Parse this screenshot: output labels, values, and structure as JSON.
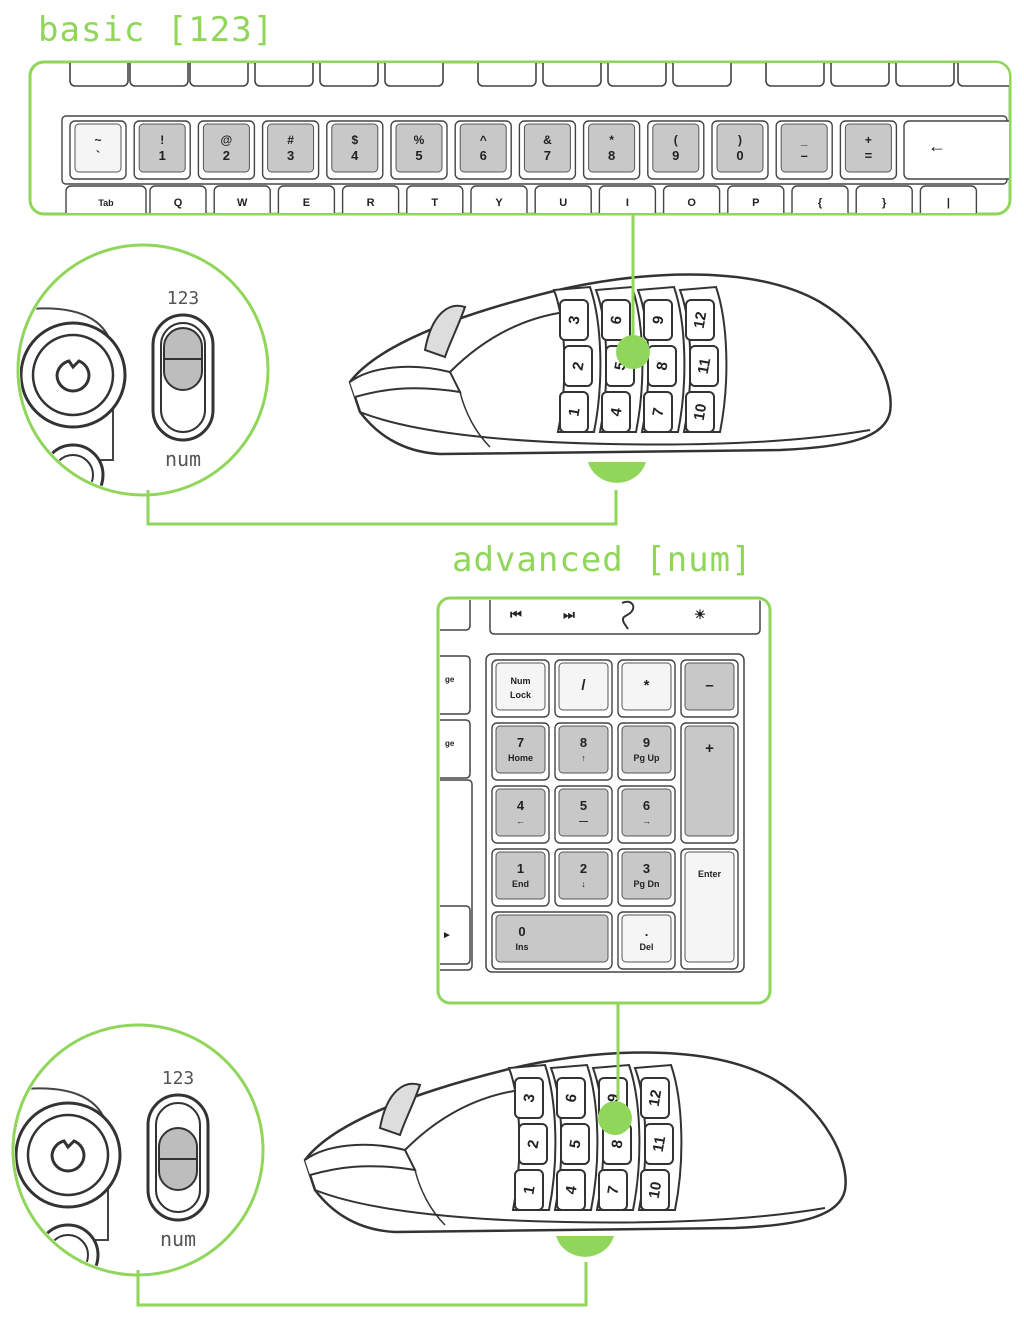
{
  "titles": {
    "basic": "basic [123]",
    "advanced": "advanced [num]"
  },
  "accent_color": "#8fd65a",
  "number_row": [
    {
      "top": "~",
      "bottom": "`",
      "gray": false
    },
    {
      "top": "!",
      "bottom": "1",
      "gray": true
    },
    {
      "top": "@",
      "bottom": "2",
      "gray": true
    },
    {
      "top": "#",
      "bottom": "3",
      "gray": true
    },
    {
      "top": "$",
      "bottom": "4",
      "gray": true
    },
    {
      "top": "%",
      "bottom": "5",
      "gray": true
    },
    {
      "top": "^",
      "bottom": "6",
      "gray": true
    },
    {
      "top": "&",
      "bottom": "7",
      "gray": true
    },
    {
      "top": "*",
      "bottom": "8",
      "gray": true
    },
    {
      "top": "(",
      "bottom": "9",
      "gray": true
    },
    {
      "top": ")",
      "bottom": "0",
      "gray": true
    },
    {
      "top": "_",
      "bottom": "–",
      "gray": true
    },
    {
      "top": "+",
      "bottom": "=",
      "gray": true
    }
  ],
  "backspace_symbol": "←",
  "qwerty_row": [
    "Tab",
    "Q",
    "W",
    "E",
    "R",
    "T",
    "Y",
    "U",
    "I",
    "O",
    "P",
    "{",
    "}",
    "|"
  ],
  "mouse_buttons": [
    "1",
    "2",
    "3",
    "4",
    "5",
    "6",
    "7",
    "8",
    "9",
    "10",
    "11",
    "12"
  ],
  "switch": {
    "top_label": "123",
    "bottom_label": "num"
  },
  "media_keys": [
    "⏮",
    "⏭",
    "☀"
  ],
  "side_keys": [
    "ge Up",
    "ge Down",
    "►"
  ],
  "numpad": [
    {
      "main": "Num",
      "sub": "Lock",
      "gray": false
    },
    {
      "main": "/",
      "sub": "",
      "gray": false
    },
    {
      "main": "*",
      "sub": "",
      "gray": false
    },
    {
      "main": "–",
      "sub": "",
      "gray": true
    },
    {
      "main": "7",
      "sub": "Home",
      "gray": true
    },
    {
      "main": "8",
      "sub": "↑",
      "gray": true
    },
    {
      "main": "9",
      "sub": "Pg Up",
      "gray": true
    },
    {
      "main": "+",
      "sub": "",
      "gray": true
    },
    {
      "main": "4",
      "sub": "←",
      "gray": true
    },
    {
      "main": "5",
      "sub": "—",
      "gray": true
    },
    {
      "main": "6",
      "sub": "→",
      "gray": true
    },
    {
      "main": "1",
      "sub": "End",
      "gray": true
    },
    {
      "main": "2",
      "sub": "↓",
      "gray": true
    },
    {
      "main": "3",
      "sub": "Pg Dn",
      "gray": true
    },
    {
      "main": "Enter",
      "sub": "",
      "gray": false
    },
    {
      "main": "0",
      "sub": "Ins",
      "gray": true
    },
    {
      "main": ".",
      "sub": "Del",
      "gray": false
    }
  ]
}
